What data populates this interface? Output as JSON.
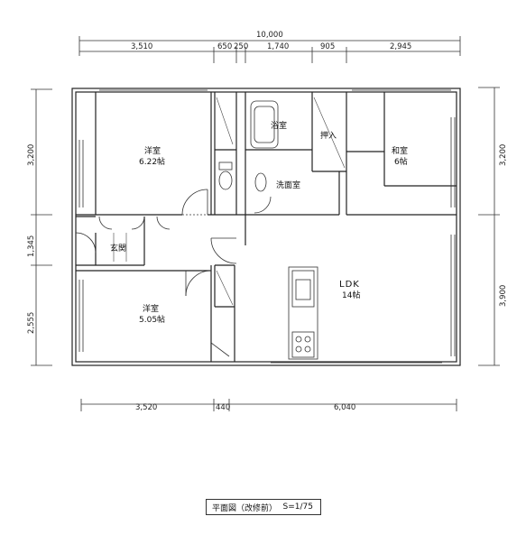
{
  "dimensions": {
    "top_total": "10,000",
    "top_segments": [
      "3,510",
      "650",
      "250",
      "1,740",
      "905",
      "2,945"
    ],
    "bottom_segments": [
      "3,520",
      "440",
      "6,040"
    ],
    "left_segments": [
      "3,200",
      "1,345",
      "2,555"
    ],
    "right_segments": [
      "3,200",
      "3,900"
    ]
  },
  "rooms": {
    "bedroom_upper": {
      "name": "洋室",
      "size": "6.22帖"
    },
    "bedroom_lower": {
      "name": "洋室",
      "size": "5.05帖"
    },
    "japanese_room": {
      "name": "和室",
      "size": "6帖"
    },
    "ldk": {
      "name": "LDK",
      "size": "14帖"
    },
    "bathroom": "浴室",
    "washroom": "洗面室",
    "closet": "押入",
    "entrance": "玄関"
  },
  "caption": {
    "title": "平面図（改修前）",
    "scale": "S=1/75"
  }
}
